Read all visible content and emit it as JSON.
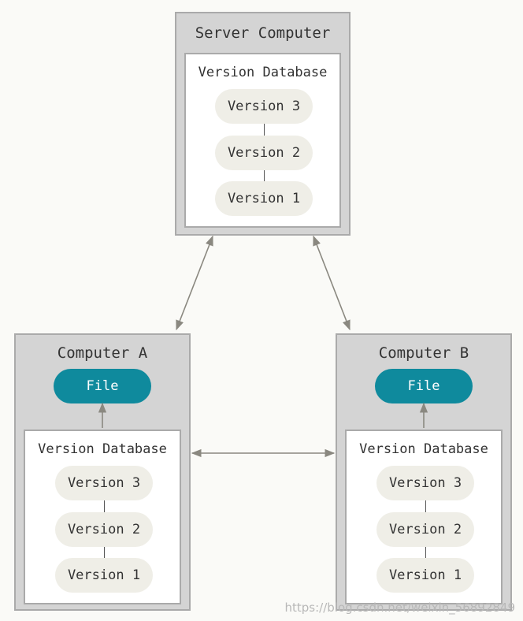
{
  "server": {
    "title": "Server Computer",
    "database": {
      "title": "Version Database",
      "versions": [
        "Version 3",
        "Version 2",
        "Version 1"
      ]
    }
  },
  "computer_a": {
    "title": "Computer A",
    "file_label": "File",
    "database": {
      "title": "Version Database",
      "versions": [
        "Version 3",
        "Version 2",
        "Version 1"
      ]
    }
  },
  "computer_b": {
    "title": "Computer B",
    "file_label": "File",
    "database": {
      "title": "Version Database",
      "versions": [
        "Version 3",
        "Version 2",
        "Version 1"
      ]
    }
  },
  "watermark": "https://blog.csdn.net/weixin_56892849",
  "colors": {
    "machine_fill": "#d4d4d4",
    "database_fill": "#ffffff",
    "version_pill": "#efeee7",
    "file_pill": "#0f8a9d",
    "arrow": "#8a8880"
  }
}
